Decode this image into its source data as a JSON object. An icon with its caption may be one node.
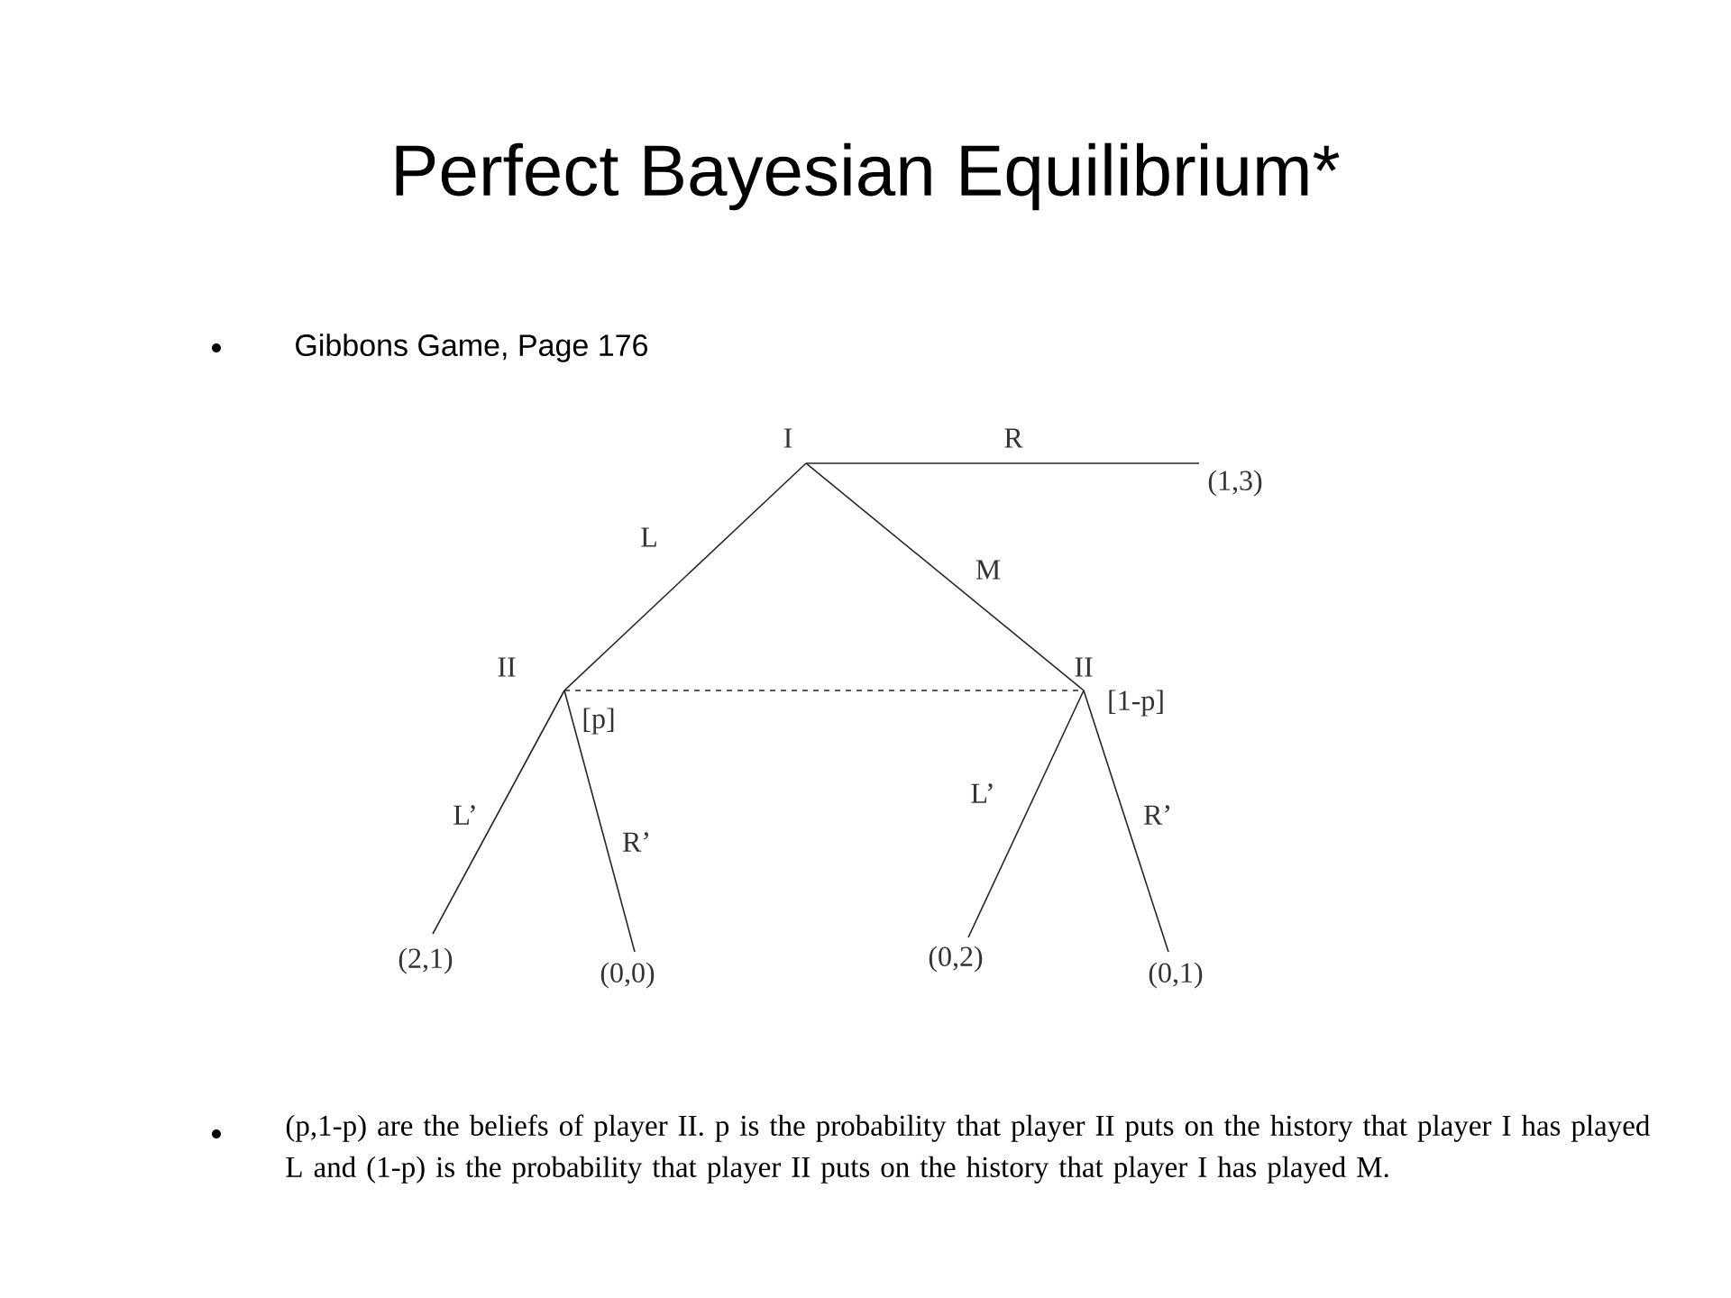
{
  "diagram": {
    "title": "Perfect Bayesian Equilibrium*",
    "nodes": [
      {
        "text": [
          "I"
        ]
      },
      {
        "text": [
          "(1,3)"
        ]
      },
      {
        "text": [
          "II"
        ],
        "beside": [
          "[p]"
        ]
      },
      {
        "text": [
          "II"
        ],
        "beside": [
          "[1-p]"
        ]
      },
      {
        "text": [
          "(2,1)"
        ]
      },
      {
        "text": [
          "(0,0)"
        ]
      },
      {
        "text": [
          "(0,2)"
        ]
      },
      {
        "text": [
          "(0,1)"
        ]
      }
    ],
    "edges": [
      {
        "from": 0,
        "to": 1,
        "arrow": "none",
        "label": "R"
      },
      {
        "from": 0,
        "to": 2,
        "arrow": "none",
        "label": "L"
      },
      {
        "from": 0,
        "to": 3,
        "arrow": "none",
        "label": "M"
      },
      {
        "from": 2,
        "to": 3,
        "arrow": "none",
        "style": "dashed"
      },
      {
        "from": 2,
        "to": 4,
        "arrow": "none",
        "label": "L’"
      },
      {
        "from": 2,
        "to": 5,
        "arrow": "none",
        "label": "R’"
      },
      {
        "from": 3,
        "to": 6,
        "arrow": "none",
        "label": "L’"
      },
      {
        "from": 3,
        "to": 7,
        "arrow": "none",
        "label": "R’"
      }
    ],
    "labels": [
      "Gibbons Game, Page 176",
      "(p,1-p) are the beliefs of player II.  p is the probability that player II puts on the history that player I has played L and (1-p) is the probability that player II puts on the history that player I has played M."
    ]
  }
}
